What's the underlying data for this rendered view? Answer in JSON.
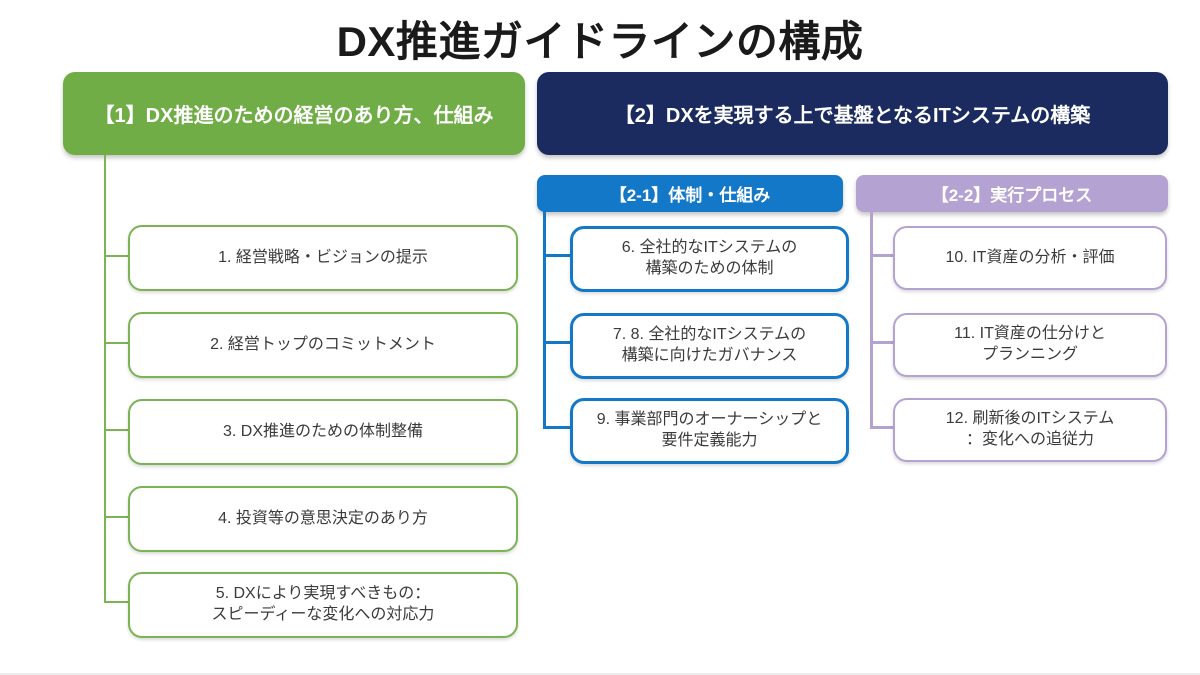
{
  "title": "DX推進ガイドラインの構成",
  "sections": {
    "s1": {
      "label": "【1】DX推進のための経営のあり方、仕組み",
      "color": "#70AD47"
    },
    "s2": {
      "label": "【2】DXを実現する上で基盤となるITシステムの構築",
      "color": "#1B2B5F"
    },
    "s2_1": {
      "label": "【2-1】体制・仕組み",
      "color": "#1478C8"
    },
    "s2_2": {
      "label": "【2-2】実行プロセス",
      "color": "#B3A2D2"
    }
  },
  "items": {
    "governance": [
      "1. 経営戦略・ビジョンの提示",
      "2. 経営トップのコミットメント",
      "3. DX推進のための体制整備",
      "4. 投資等の意思決定のあり方",
      "5. DXにより実現すべきもの：\nスピーディーな変化への対応力"
    ],
    "structure": [
      "6. 全社的なITシステムの\n構築のための体制",
      "7. 8. 全社的なITシステムの\n構築に向けたガバナンス",
      "9. 事業部門のオーナーシップと\n要件定義能力"
    ],
    "process": [
      "10. IT資産の分析・評価",
      "11. IT資産の仕分けと\nプランニング",
      "12. 刷新後のITシステム\n：変化への追従力"
    ]
  }
}
